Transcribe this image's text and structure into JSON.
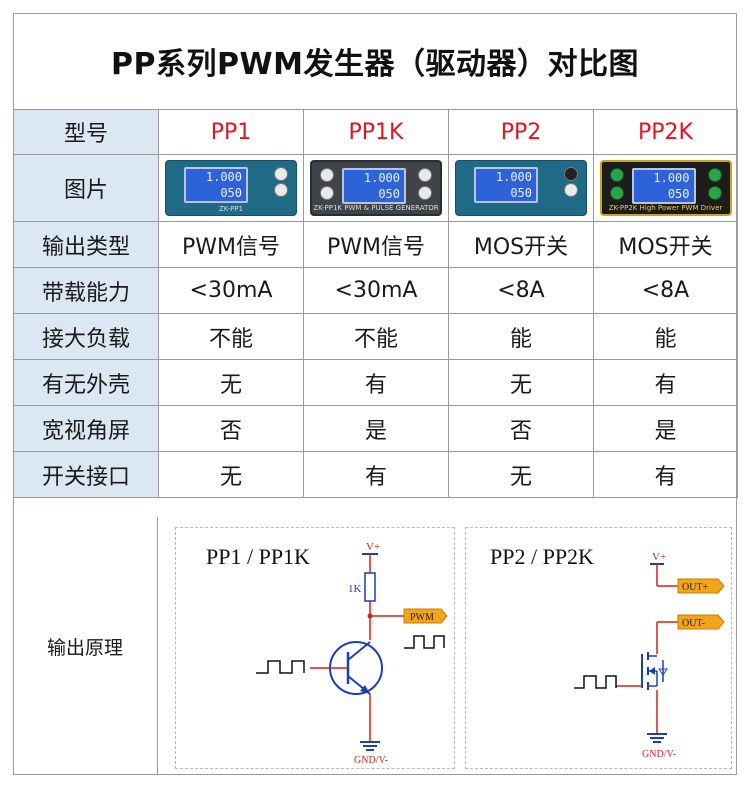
{
  "title": "PP系列PWM发生器（驱动器）对比图",
  "header": {
    "label": "型号",
    "models": [
      "PP1",
      "PP1K",
      "PP2",
      "PP2K"
    ]
  },
  "picture_row": {
    "label": "图片",
    "devices": [
      {
        "display_top": "1.000",
        "display_bottom": "050",
        "board_text": "ZK-PP1",
        "style": "blue"
      },
      {
        "display_top": "1.000",
        "display_bottom": "050",
        "board_text": "ZK-PP1K  PWM & PULSE GENERATOR",
        "style": "dark"
      },
      {
        "display_top": "1.000",
        "display_bottom": "050",
        "board_text": "",
        "style": "blue"
      },
      {
        "display_top": "1.000",
        "display_bottom": "050",
        "board_text": "ZK-PP2K  High Power PWM Driver",
        "style": "gold"
      }
    ]
  },
  "rows": [
    {
      "label": "输出类型",
      "values": [
        "PWM信号",
        "PWM信号",
        "MOS开关",
        "MOS开关"
      ]
    },
    {
      "label": "带载能力",
      "values": [
        "<30mA",
        "<30mA",
        "<8A",
        "<8A"
      ]
    },
    {
      "label": "接大负载",
      "values": [
        "不能",
        "不能",
        "能",
        "能"
      ]
    },
    {
      "label": "有无外壳",
      "values": [
        "无",
        "有",
        "无",
        "有"
      ]
    },
    {
      "label": "宽视角屏",
      "values": [
        "否",
        "是",
        "否",
        "是"
      ]
    },
    {
      "label": "开关接口",
      "values": [
        "无",
        "有",
        "无",
        "有"
      ]
    }
  ],
  "diagram": {
    "label": "输出原理",
    "left_title": "PP1 / PP1K",
    "right_title": "PP2 / PP2K",
    "left": {
      "vplus": "V+",
      "resistor": "1K",
      "output_tag": "PWM",
      "ground": "GND/V-"
    },
    "right": {
      "vplus": "V+",
      "out_plus": "OUT+",
      "out_minus": "OUT-",
      "ground": "GND/V-"
    }
  },
  "colors": {
    "model_text": "#e3141e",
    "label_bg": "#dce7f4",
    "wire": "#d81e1e",
    "component": "#1a3fb5",
    "tag_fill": "#f2a51a"
  }
}
